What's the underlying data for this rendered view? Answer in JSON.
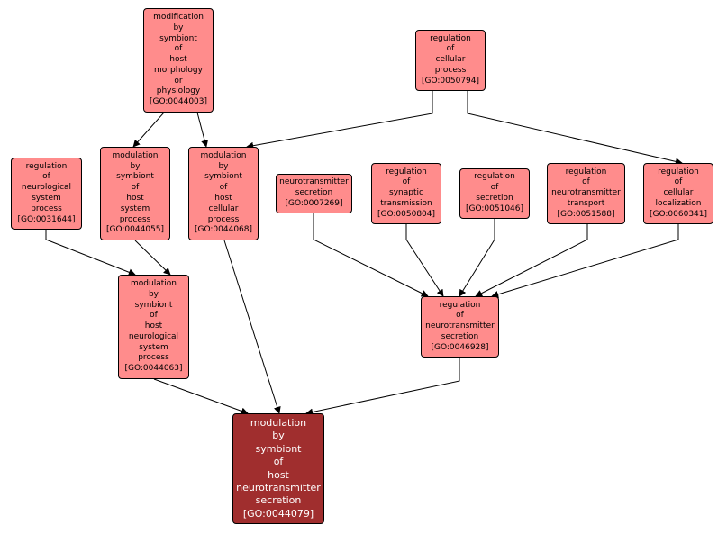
{
  "colors": {
    "node_fill": "#ff8c8c",
    "focus_fill": "#a02e2e",
    "edge": "#000000"
  },
  "nodes": [
    {
      "id": "n44003",
      "lines": [
        "modification",
        "by",
        "symbiont",
        "of",
        "host",
        "morphology",
        "or",
        "physiology",
        "[GO:0044003]"
      ]
    },
    {
      "id": "n50794",
      "lines": [
        "regulation",
        "of",
        "cellular",
        "process",
        "[GO:0050794]"
      ]
    },
    {
      "id": "n31644",
      "lines": [
        "regulation",
        "of",
        "neurological",
        "system",
        "process",
        "[GO:0031644]"
      ]
    },
    {
      "id": "n44055",
      "lines": [
        "modulation",
        "by",
        "symbiont",
        "of",
        "host",
        "system",
        "process",
        "[GO:0044055]"
      ]
    },
    {
      "id": "n44068",
      "lines": [
        "modulation",
        "by",
        "symbiont",
        "of",
        "host",
        "cellular",
        "process",
        "[GO:0044068]"
      ]
    },
    {
      "id": "n7269",
      "lines": [
        "neurotransmitter",
        "secretion",
        "[GO:0007269]"
      ]
    },
    {
      "id": "n50804",
      "lines": [
        "regulation",
        "of",
        "synaptic",
        "transmission",
        "[GO:0050804]"
      ]
    },
    {
      "id": "n51046",
      "lines": [
        "regulation",
        "of",
        "secretion",
        "[GO:0051046]"
      ]
    },
    {
      "id": "n51588",
      "lines": [
        "regulation",
        "of",
        "neurotransmitter",
        "transport",
        "[GO:0051588]"
      ]
    },
    {
      "id": "n60341",
      "lines": [
        "regulation",
        "of",
        "cellular",
        "localization",
        "[GO:0060341]"
      ]
    },
    {
      "id": "n44063",
      "lines": [
        "modulation",
        "by",
        "symbiont",
        "of",
        "host",
        "neurological",
        "system",
        "process",
        "[GO:0044063]"
      ]
    },
    {
      "id": "n46928",
      "lines": [
        "regulation",
        "of",
        "neurotransmitter",
        "secretion",
        "[GO:0046928]"
      ]
    },
    {
      "id": "n44079",
      "focus": true,
      "lines": [
        "modulation",
        "by",
        "symbiont",
        "of",
        "host",
        "neurotransmitter",
        "secretion",
        "[GO:0044079]"
      ]
    }
  ],
  "edges": [
    {
      "from": "n44003",
      "to": "n44055"
    },
    {
      "from": "n44003",
      "to": "n44068"
    },
    {
      "from": "n50794",
      "to": "n44068"
    },
    {
      "from": "n50794",
      "to": "n60341"
    },
    {
      "from": "n31644",
      "to": "n44063"
    },
    {
      "from": "n44055",
      "to": "n44063"
    },
    {
      "from": "n44068",
      "to": "n44079"
    },
    {
      "from": "n44063",
      "to": "n44079"
    },
    {
      "from": "n7269",
      "to": "n46928"
    },
    {
      "from": "n50804",
      "to": "n46928"
    },
    {
      "from": "n51046",
      "to": "n46928"
    },
    {
      "from": "n51588",
      "to": "n46928"
    },
    {
      "from": "n60341",
      "to": "n46928"
    },
    {
      "from": "n46928",
      "to": "n44079"
    }
  ]
}
